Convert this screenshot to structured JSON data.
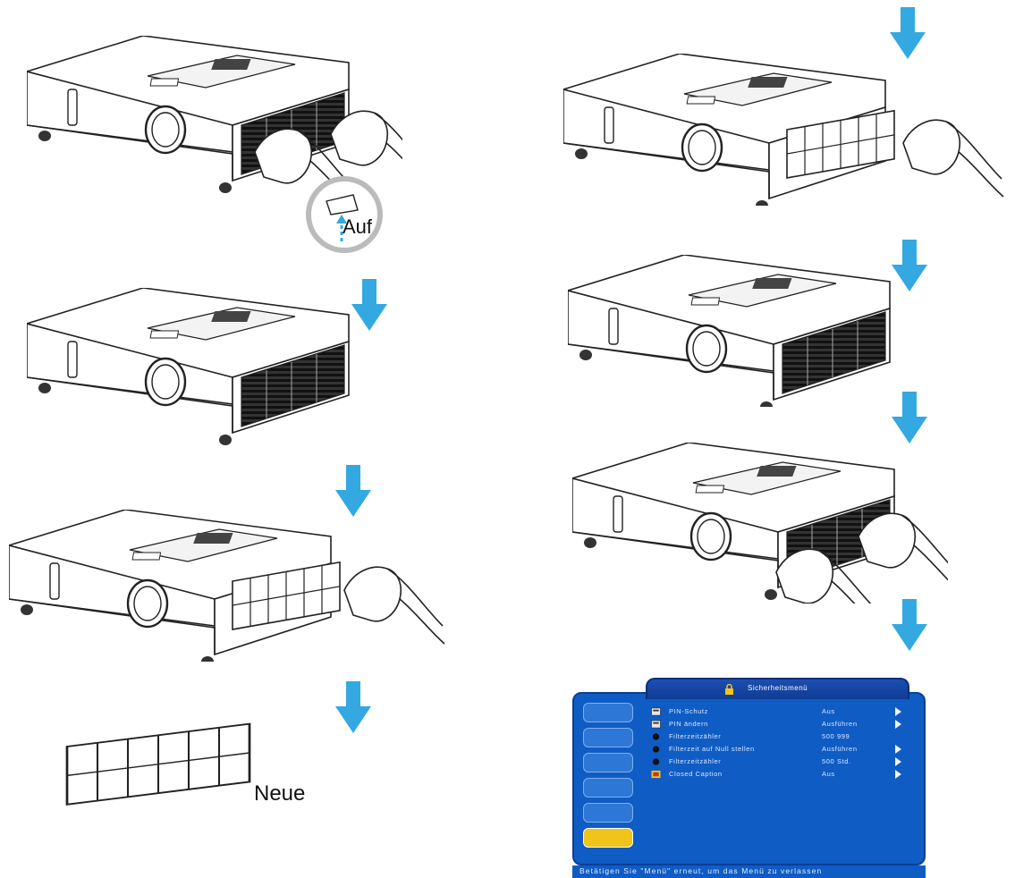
{
  "labels": {
    "auf": "Auf",
    "neue": "Neue"
  },
  "colors": {
    "arrow": "#34a8e0",
    "osd_background": "#0f5cc4",
    "osd_highlight": "#f0c419"
  },
  "osd_menu": {
    "title": "Sicherheitsmenü",
    "rows": [
      {
        "label": "PIN-Schutz",
        "value": "Aus",
        "has_arrow": true,
        "icon": "pin-icon"
      },
      {
        "label": "PIN ändern",
        "value": "Ausführen",
        "has_arrow": true,
        "icon": "pin-icon"
      },
      {
        "label": "Filterzeitzähler",
        "value": "500  999",
        "has_arrow": false,
        "icon": "dot-icon"
      },
      {
        "label": "Filterzeit auf Null stellen",
        "value": "Ausführen",
        "has_arrow": true,
        "icon": "dot-icon"
      },
      {
        "label": "Filterzeitzähler",
        "value": "500 Std.",
        "has_arrow": true,
        "icon": "dot-icon"
      },
      {
        "label": "Closed Caption",
        "value": "Aus",
        "has_arrow": true,
        "icon": "cc-icon"
      }
    ],
    "sidebar_icons": [
      "eye-icon",
      "headphones-icon",
      "picture-icon",
      "tools-icon",
      "device-icon",
      "lock-icon"
    ],
    "footer": "Betätigen Sie \"Menü\" erneut, um das Menü zu verlassen"
  }
}
